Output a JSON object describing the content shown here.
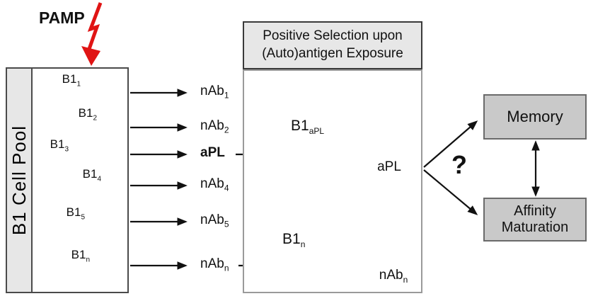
{
  "diagram": {
    "pamp_label": "PAMP",
    "pool": {
      "title": "B1 Cell Pool",
      "cells": [
        {
          "label": "B1",
          "sub": "1"
        },
        {
          "label": "B1",
          "sub": "2"
        },
        {
          "label": "B1",
          "sub": "3"
        },
        {
          "label": "B1",
          "sub": "4"
        },
        {
          "label": "B1",
          "sub": "5"
        },
        {
          "label": "B1",
          "sub": "n"
        }
      ]
    },
    "secretion_rows": [
      {
        "label": "nAb",
        "sub": "1"
      },
      {
        "label": "nAb",
        "sub": "2"
      },
      {
        "label": "aPL",
        "sub": ""
      },
      {
        "label": "nAb",
        "sub": "4"
      },
      {
        "label": "nAb",
        "sub": "5"
      },
      {
        "label": "nAb",
        "sub": "n"
      }
    ],
    "selection_box": {
      "title_line1": "Positive Selection upon",
      "title_line2": "(Auto)antigen Exposure",
      "clusters": [
        {
          "label": "B1",
          "sub": "aPL",
          "antibody_label": "aPL",
          "antibody_sub": ""
        },
        {
          "label": "B1",
          "sub": "n",
          "antibody_label": "nAb",
          "antibody_sub": "n"
        }
      ]
    },
    "question_mark": "?",
    "outcomes": [
      {
        "line1": "Memory",
        "line2": ""
      },
      {
        "line1": "Affinity",
        "line2": "Maturation"
      }
    ],
    "colors": {
      "cell_outer": "#7f83d6",
      "cell_outer_stroke": "#2c2c74",
      "cell_inner": "#a018d8",
      "cell_inner_stroke": "#3a1060",
      "antibody_red": "#d42425",
      "antibody_blue": "#4848c0",
      "lightning_red": "#e01414",
      "box_gray_fill": "#c9c9c9",
      "panel_gray_fill": "#e7e7e7",
      "arrow_black": "#111111"
    }
  }
}
